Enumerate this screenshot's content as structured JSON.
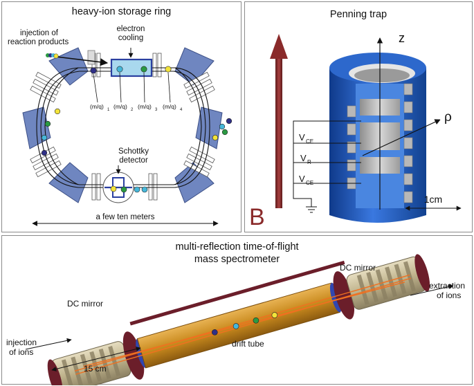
{
  "storage_ring": {
    "title": "heavy-ion storage ring",
    "injection_label_line1": "injection of",
    "injection_label_line2": "reaction products",
    "electron_cooling_line1": "electron",
    "electron_cooling_line2": "cooling",
    "mq_labels": [
      "(m/q)",
      "(m/q)",
      "(m/q)",
      "(m/q)"
    ],
    "mq_subscripts": [
      "1",
      "2",
      "3",
      "4"
    ],
    "schottky_line1": "Schottky",
    "schottky_line2": "detector",
    "scale_label": "a few ten meters"
  },
  "penning_trap": {
    "title": "Penning trap",
    "axis_z": "z",
    "axis_rho": "ρ",
    "field_label": "B",
    "v_ce_top": "V",
    "v_ce_top_sub": "CE",
    "v_r": "V",
    "v_r_sub": "R",
    "v_ce_bottom": "V",
    "v_ce_bottom_sub": "CE",
    "scale_label": "1cm"
  },
  "mrtof": {
    "title_line1": "multi-reflection time-of-flight",
    "title_line2": "mass spectrometer",
    "dc_mirror_left": "DC mirror",
    "dc_mirror_right": "DC mirror",
    "injection_line1": "injection",
    "injection_line2": "of ions",
    "extraction_line1": "extraction",
    "extraction_line2": "of ions",
    "drift_tube": "drift tube",
    "scale_label": "15 cm"
  },
  "colors": {
    "magnet_blue": "#6f86c0",
    "ion_dark": "#2f2f86",
    "ion_cyan": "#46b7d9",
    "ion_green": "#2b9a43",
    "ion_yellow": "#f2e33a",
    "b_arrow": "#8a2a2a",
    "trap_blue": "#1f55b8",
    "drift_tube_orange": "#c98a1e",
    "mirror_beige": "#cfc4a0",
    "flange_maroon": "#6b1e2a"
  }
}
